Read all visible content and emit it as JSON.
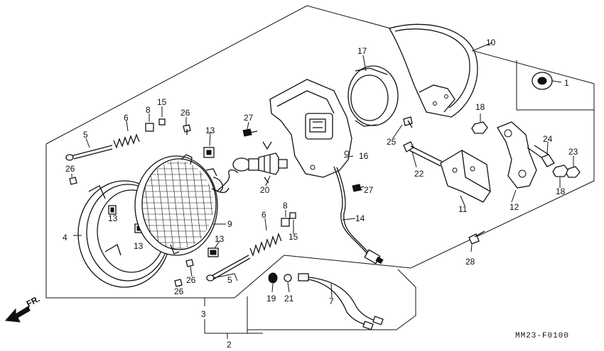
{
  "diagram_code": "MM23-F0100",
  "front_marker": "FR.",
  "callouts": {
    "c1": "1",
    "c2": "2",
    "c3": "3",
    "c4": "4",
    "c5a": "5",
    "c5b": "5",
    "c6a": "6",
    "c6b": "6",
    "c7": "7",
    "c8a": "8",
    "c8b": "8",
    "c9": "9",
    "c10": "10",
    "c11": "11",
    "c12": "12",
    "c13a": "13",
    "c13b": "13",
    "c13c": "13",
    "c13d": "13",
    "c14": "14",
    "c15a": "15",
    "c15b": "15",
    "c16": "16",
    "c17": "17",
    "c18a": "18",
    "c18b": "18",
    "c19": "19",
    "c20": "20",
    "c21": "21",
    "c22": "22",
    "c23": "23",
    "c24": "24",
    "c25": "25",
    "c26a": "26",
    "c26b": "26",
    "c26c": "26",
    "c26d": "26",
    "c27a": "27",
    "c27b": "27",
    "c28": "28"
  }
}
